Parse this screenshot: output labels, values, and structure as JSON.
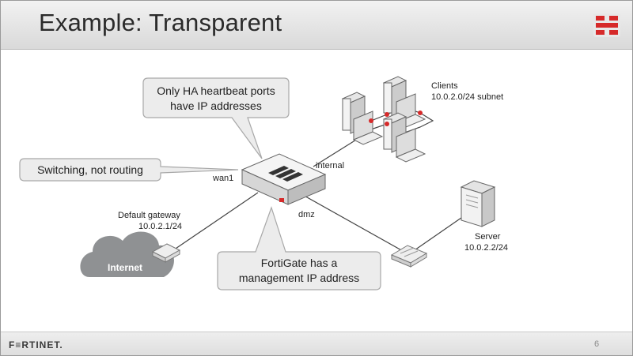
{
  "slide": {
    "title": "Example: Transparent",
    "page_number": "6",
    "footer_brand": "F≡RTINET."
  },
  "callouts": {
    "ha_line1": "Only HA heartbeat ports",
    "ha_line2": "have IP addresses",
    "switching": "Switching, not routing",
    "mgmt_line1": "FortiGate has a",
    "mgmt_line2": "management IP address"
  },
  "nodes": {
    "clients_name": "Clients",
    "clients_subnet": "10.0.2.0/24 subnet",
    "server_name": "Server",
    "server_ip": "10.0.2.2/24",
    "internet": "Internet",
    "gateway_name": "Default gateway",
    "gateway_ip": "10.0.2.1/24"
  },
  "ports": {
    "wan1": "wan1",
    "internal": "internal",
    "dmz": "dmz"
  },
  "colors": {
    "callout_fill": "#ececec",
    "callout_stroke": "#a8a8a8",
    "brand_red": "#d62a2a",
    "cloud": "#8f9193"
  }
}
